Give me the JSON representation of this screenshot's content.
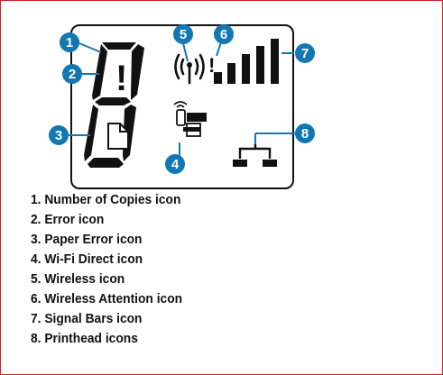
{
  "callouts": [
    {
      "number": "1"
    },
    {
      "number": "2"
    },
    {
      "number": "3"
    },
    {
      "number": "4"
    },
    {
      "number": "5"
    },
    {
      "number": "6"
    },
    {
      "number": "7"
    },
    {
      "number": "8"
    }
  ],
  "display": {
    "error_glyph": "!",
    "attention_glyph": "!"
  },
  "legend": [
    "1. Number of Copies icon",
    "2. Error icon",
    "3. Paper Error icon",
    "4. Wi-Fi Direct icon",
    "5. Wireless icon",
    "6. Wireless Attention icon",
    "7. Signal Bars icon",
    "8. Printhead icons"
  ],
  "colors": {
    "callout_fill": "#1277b3",
    "outline": "#111111",
    "frame": "#c8202b"
  }
}
